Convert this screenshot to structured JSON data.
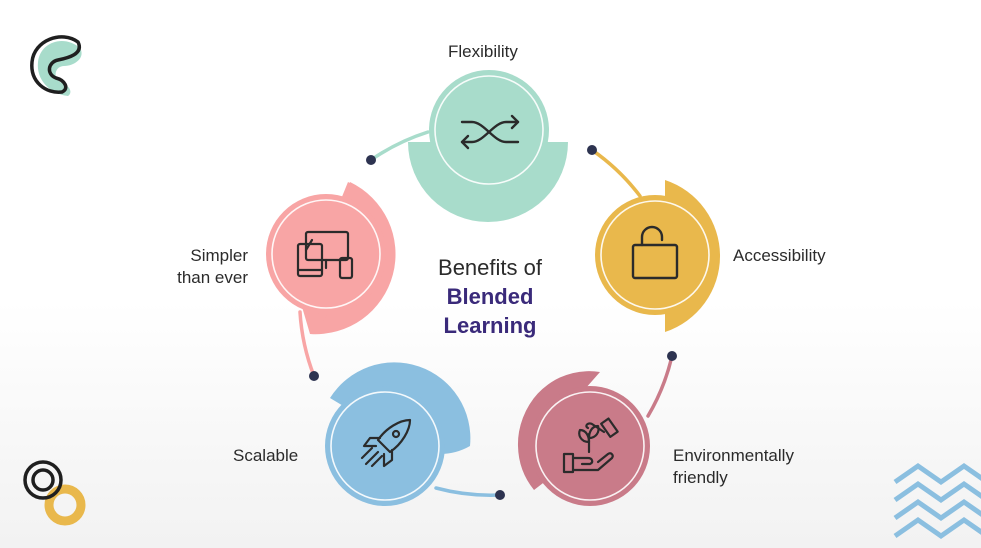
{
  "center": {
    "line1": "Benefits of",
    "line2": "Blended",
    "line3": "Learning"
  },
  "benefits": [
    {
      "label": "Flexibility",
      "icon": "shuffle-icon",
      "color": "#a8dccb"
    },
    {
      "label": "Accessibility",
      "icon": "unlock-icon",
      "color": "#e9b84c"
    },
    {
      "label_line1": "Environmentally",
      "label_line2": "friendly",
      "icon": "hand-plant-icon",
      "color": "#c97b89"
    },
    {
      "label": "Scalable",
      "icon": "rocket-icon",
      "color": "#8bbfe0"
    },
    {
      "label_line1": "Simpler",
      "label_line2": "than ever",
      "icon": "devices-icon",
      "color": "#f8a5a5"
    }
  ],
  "colors": {
    "text": "#2b2b2b",
    "title_accent": "#3a2a7a",
    "dot": "#2d3350",
    "decor_teal": "#a8dccb",
    "decor_gold": "#e9b84c",
    "decor_blue": "#8bbfe0"
  }
}
